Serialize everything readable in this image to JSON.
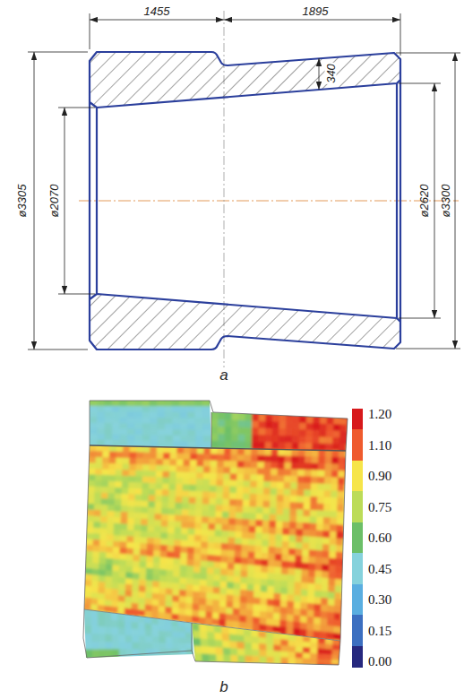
{
  "diagram": {
    "labels": [
      "1455",
      "1895",
      "340",
      "ø3305",
      "ø2070",
      "ø2620",
      "ø3300",
      "a",
      "b"
    ],
    "legend": [
      {
        "text": "1.20",
        "color": "#d7191c"
      },
      {
        "text": "1.10",
        "color": "#ef5b2e"
      },
      {
        "text": "0.90",
        "color": "#f6e54a"
      },
      {
        "text": "0.75",
        "color": "#bcdc58"
      },
      {
        "text": "0.60",
        "color": "#6cbf68"
      },
      {
        "text": "0.45",
        "color": "#86d2dc"
      },
      {
        "text": "0.30",
        "color": "#5aaee0"
      },
      {
        "text": "0.15",
        "color": "#3c6fc0"
      },
      {
        "text": "0.00",
        "color": "#26287e"
      }
    ]
  }
}
